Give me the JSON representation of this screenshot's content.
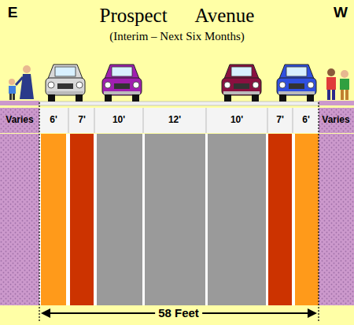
{
  "diagram": {
    "title": "Prospect Avenue",
    "labels": [
      "E",
      "W",
      "(Interim – Next Six Months)",
      "Varies",
      "6'",
      "7'",
      "10'",
      "12'",
      "10'",
      "7'",
      "6'",
      "Varies",
      "58 Feet"
    ]
  }
}
